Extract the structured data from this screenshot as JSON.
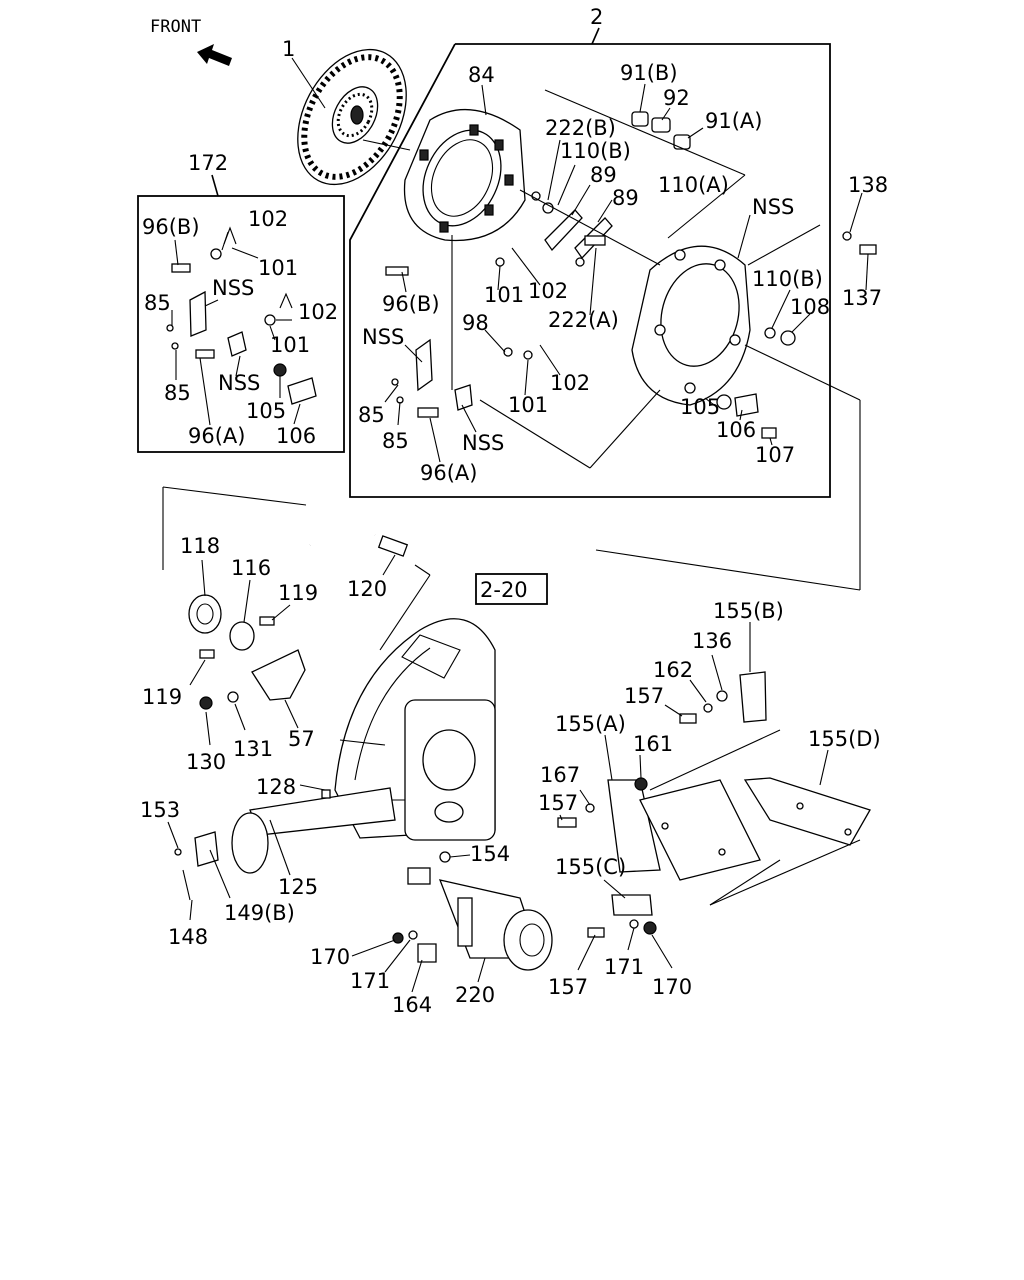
{
  "orientation": {
    "label": "FRONT"
  },
  "group_labels": {
    "clutch_cover_assembly": "2",
    "alt_assembly": "172",
    "reference": "2-20"
  },
  "labels": {
    "p1": "1",
    "p84": "84",
    "p91b": "91(B)",
    "p92": "92",
    "p91a": "91(A)",
    "p222b": "222(B)",
    "p110b": "110(B)",
    "p89a": "89",
    "p89b": "89",
    "p110a": "110(A)",
    "pnss_top": "NSS",
    "p138": "138",
    "p137": "137",
    "p110b2": "110(B)",
    "p108": "108",
    "p96b_mid": "96(B)",
    "p101_mid": "101",
    "p102_mid": "102",
    "p222a": "222(A)",
    "pnss_mid": "NSS",
    "p98": "98",
    "p102_low": "102",
    "p101_low": "101",
    "p85_mid1": "85",
    "p85_mid2": "85",
    "pnss_low": "NSS",
    "p96a_mid": "96(A)",
    "p105_mid": "105",
    "p106_mid": "106",
    "p107": "107",
    "p96b_box": "96(B)",
    "p102_box1": "102",
    "p101_box1": "101",
    "p85_box1": "85",
    "pnss_box1": "NSS",
    "p102_box2": "102",
    "p101_box2": "101",
    "pnss_box2": "NSS",
    "p85_box2": "85",
    "p105_box": "105",
    "p106_box": "106",
    "p96a_box": "96(A)",
    "p118": "118",
    "p116": "116",
    "p119a": "119",
    "p120": "120",
    "p119b": "119",
    "p130": "130",
    "p131": "131",
    "p57": "57",
    "p128": "128",
    "p153": "153",
    "p148": "148",
    "p149b": "149(B)",
    "p125": "125",
    "p154": "154",
    "p170a": "170",
    "p171a": "171",
    "p164": "164",
    "p220": "220",
    "p155b": "155(B)",
    "p136": "136",
    "p162": "162",
    "p157a": "157",
    "p155a": "155(A)",
    "p161": "161",
    "p155d": "155(D)",
    "p167": "167",
    "p157b": "157",
    "p155c": "155(C)",
    "p157c": "157",
    "p171b": "171",
    "p170b": "170"
  }
}
